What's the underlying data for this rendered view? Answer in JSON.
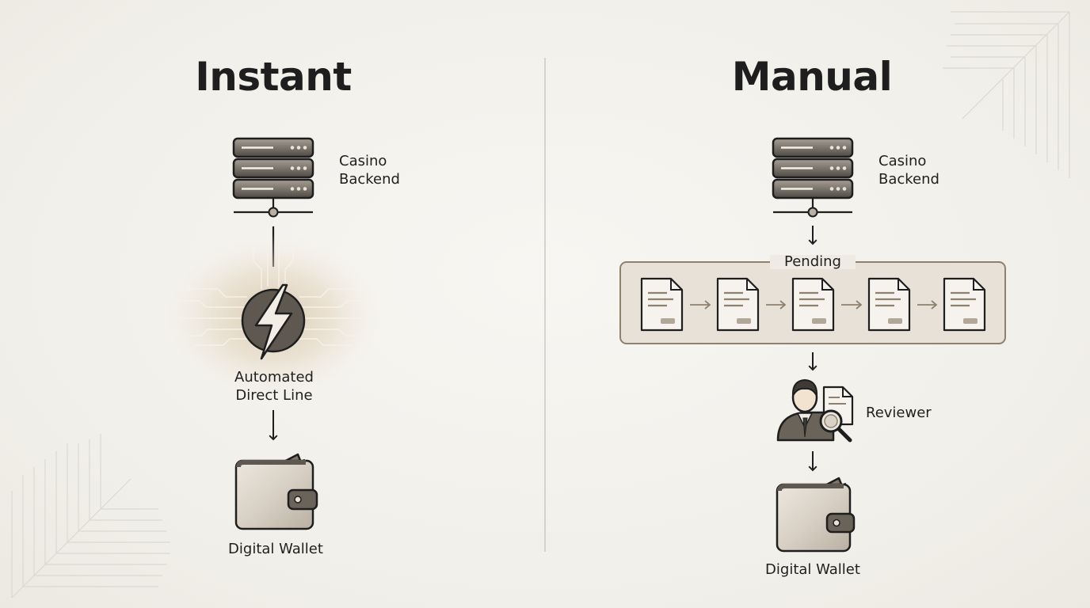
{
  "left": {
    "title": "Instant",
    "backend_label_1": "Casino",
    "backend_label_2": "Backend",
    "line_label_1": "Automated",
    "line_label_2": "Direct Line",
    "wallet_label": "Digital Wallet"
  },
  "right": {
    "title": "Manual",
    "backend_label_1": "Casino",
    "backend_label_2": "Backend",
    "pending_label": "Pending",
    "reviewer_label": "Reviewer",
    "wallet_label": "Digital Wallet"
  },
  "colors": {
    "ink": "#1e1e1e",
    "accent": "#8f816f",
    "glow": "#d9c9ad",
    "metal_light": "#d9d2c7",
    "metal_dark": "#5e5850"
  }
}
